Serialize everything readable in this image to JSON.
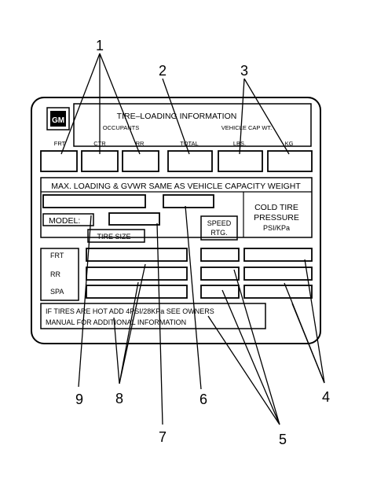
{
  "label": {
    "title": "TIRE–LOADING INFORMATION",
    "occupants": "OCCUPANTS",
    "vehicle_cap_wt": "VEHICLE CAP WT.",
    "columns": [
      "FRT",
      "CTR",
      "RR",
      "TOTAL",
      "LBS.",
      "KG"
    ],
    "max_loading": "MAX. LOADING & GVWR SAME AS VEHICLE CAPACITY WEIGHT",
    "model": "MODEL:",
    "speed_rtg": [
      "SPEED",
      "RTG."
    ],
    "cold_tire_pressure": [
      "COLD TIRE",
      "PRESSURE",
      "PSI/KPa"
    ],
    "tire_size": "TIRE SIZE",
    "rows": [
      "FRT",
      "RR",
      "SPA"
    ],
    "footer": [
      "IF TIRES ARE HOT ADD 4PSI/28KPa SEE OWNERS",
      "MANUAL FOR ADDITIONAL INFORMATION"
    ]
  },
  "callouts": [
    "1",
    "2",
    "3",
    "4",
    "5",
    "6",
    "7",
    "8",
    "9"
  ],
  "colors": {
    "ink": "#000000",
    "paper": "#ffffff"
  },
  "icons": {
    "logo": "gm-logo"
  }
}
